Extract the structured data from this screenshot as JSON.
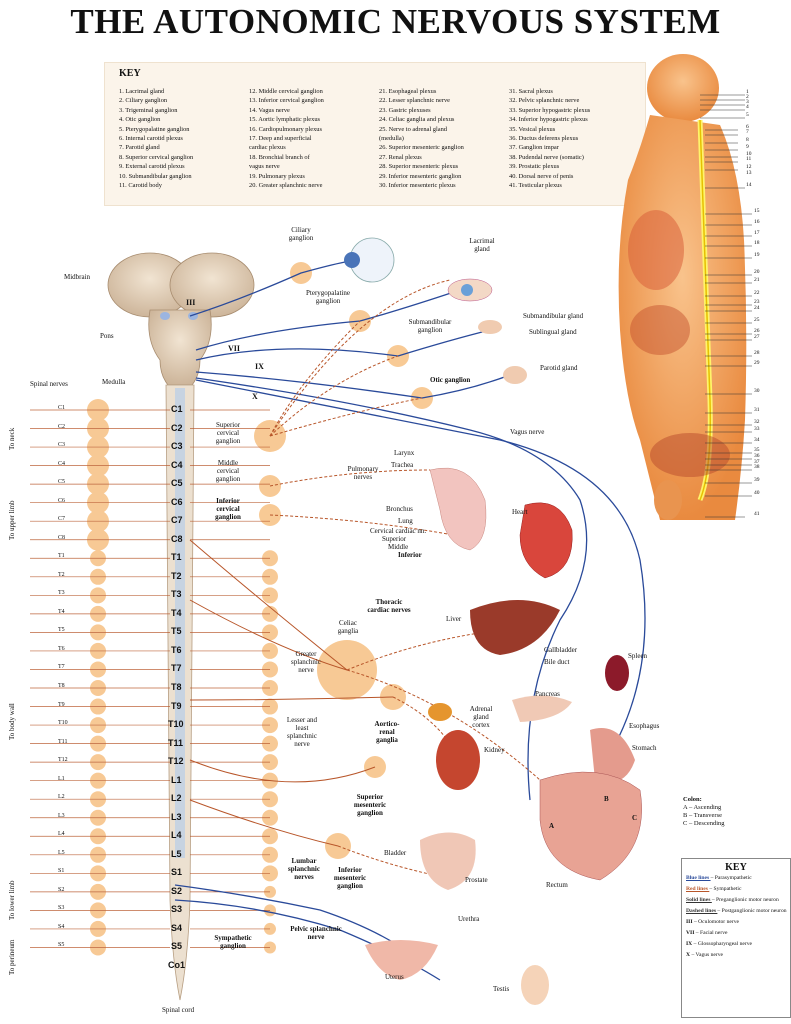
{
  "title": "THE AUTONOMIC NERVOUS SYSTEM",
  "key": {
    "title": "KEY",
    "col1": [
      "1. Lacrimal gland",
      "2. Ciliary ganglion",
      "3. Trigeminal ganglion",
      "4. Otic ganglion",
      "5. Pterygopalatine ganglion",
      "6. Internal carotid plexus",
      "7. Parotid gland",
      "8. Superior cervical ganglion",
      "9. External carotid plexus",
      "10. Submandibular ganglion",
      "11. Carotid body"
    ],
    "col2": [
      "12. Middle cervical ganglion",
      "13. Inferior cervical ganglion",
      "14. Vagus nerve",
      "15. Aortic lymphatic plexus",
      "16. Cardiopulmonary plexus",
      "17. Deep and superficial",
      "cardiac plexus",
      "18. Bronchial branch of",
      "vagus nerve",
      "19. Pulmonary plexus",
      "20. Greater splanchnic nerve"
    ],
    "col3": [
      "21. Esophageal plexus",
      "22. Lesser splanchnic nerve",
      "23. Gastric plexuses",
      "24. Celiac ganglia and plexus",
      "25. Nerve to adrenal gland",
      "(medulla)",
      "26. Superior mesenteric ganglion",
      "27. Renal plexus",
      "28. Superior mesenteric plexus",
      "29. Inferior mesenteric ganglion",
      "30. Inferior mesenteric plexus"
    ],
    "col4": [
      "31. Sacral plexus",
      "32. Pelvic splanchnic nerve",
      "33. Superior hypogastric plexus",
      "34. Inferior hypogastric plexus",
      "35. Vesical plexus",
      "36. Ductus deferens plexus",
      "37. Ganglion impar",
      "38. Pudendal nerve (somatic)",
      "39. Prostatic plexus",
      "40. Dorsal nerve of penis",
      "41. Testicular plexus"
    ]
  },
  "body_numbers": [
    "1",
    "2",
    "3",
    "4",
    "5",
    "6",
    "7",
    "8",
    "9",
    "10",
    "11",
    "12",
    "13",
    "14",
    "15",
    "16",
    "17",
    "18",
    "19",
    "20",
    "21",
    "22",
    "23",
    "24",
    "25",
    "26",
    "27",
    "28",
    "29",
    "30",
    "31",
    "32",
    "33",
    "34",
    "35",
    "36",
    "37",
    "38",
    "39",
    "40",
    "41"
  ],
  "spinal_segments": [
    "C1",
    "C2",
    "C3",
    "C4",
    "C5",
    "C6",
    "C7",
    "C8",
    "T1",
    "T2",
    "T3",
    "T4",
    "T5",
    "T6",
    "T7",
    "T8",
    "T9",
    "T10",
    "T11",
    "T12",
    "L1",
    "L2",
    "L3",
    "L4",
    "L5",
    "S1",
    "S2",
    "S3",
    "S4",
    "S5",
    "Co1"
  ],
  "spinal_nerve_labels": [
    "C1",
    "C2",
    "C3",
    "C4",
    "C5",
    "C6",
    "C7",
    "C8",
    "T1",
    "T2",
    "T3",
    "T4",
    "T5",
    "T6",
    "T7",
    "T8",
    "T9",
    "T10",
    "T11",
    "T12",
    "L1",
    "L2",
    "L3",
    "L4",
    "L5",
    "S1",
    "S2",
    "S3",
    "S4",
    "S5"
  ],
  "labels": {
    "midbrain": "Midbrain",
    "pons": "Pons",
    "medulla": "Medulla",
    "spinal_nerves": "Spinal nerves",
    "spinal_cord": "Spinal cord",
    "cn_III": "III",
    "cn_VII": "VII",
    "cn_IX": "IX",
    "cn_X": "X",
    "ciliary_ganglion": "Ciliary ganglion",
    "lacrimal_gland": "Lacrimal gland",
    "pterygopalatine_ganglion": "Pterygopalatine ganglion",
    "submandibular_ganglion": "Submandibular ganglion",
    "submandibular_gland": "Submandibular gland",
    "sublingual_gland": "Sublingual gland",
    "otic_ganglion": "Otic ganglion",
    "parotid_gland": "Parotid gland",
    "vagus_nerve": "Vagus nerve",
    "superior_cervical_ganglion": "Superior cervical ganglion",
    "middle_cervical_ganglion": "Middle cervical ganglion",
    "inferior_cervical_ganglion": "Inferior cervical ganglion",
    "larynx": "Larynx",
    "trachea": "Trachea",
    "pulmonary_nerves": "Pulmonary nerves",
    "bronchus": "Bronchus",
    "lung": "Lung",
    "heart": "Heart",
    "cervical_cardiac_nn": "Cervical cardiac nn.",
    "superior": "Superior",
    "middle": "Middle",
    "inferior": "Inferior",
    "thoracic_cardiac_nerves": "Thoracic cardiac nerves",
    "liver": "Liver",
    "gallbladder": "Gallbladder",
    "bile_duct": "Bile duct",
    "spleen": "Spleen",
    "celiac_ganglia": "Celiac ganglia",
    "greater_splanchnic_nerve": "Greater splanchnic nerve",
    "pancreas": "Pancreas",
    "adrenal_gland_cortex": "Adrenal gland cortex",
    "aortico_renal_ganglia": "Aortico-renal ganglia",
    "kidney": "Kidney",
    "esophagus": "Esophagus",
    "stomach": "Stomach",
    "lesser_least_splanchnic_nerve": "Lesser and least splanchnic nerve",
    "superior_mesenteric_ganglion": "Superior mesenteric ganglion",
    "bladder": "Bladder",
    "prostate": "Prostate",
    "rectum": "Rectum",
    "urethra": "Urethra",
    "lumbar_splanchnic_nerves": "Lumbar splanchnic nerves",
    "inferior_mesenteric_ganglion": "Inferior mesenteric ganglion",
    "pelvic_splanchnic_nerve": "Pelvic splanchnic nerve",
    "sympathetic_ganglion": "Sympathetic ganglion",
    "uterus": "Uterus",
    "testis": "Testis",
    "to_neck": "To neck",
    "to_upper_limb": "To upper limb",
    "to_body_wall": "To body wall",
    "to_lower_limb": "To lower limb",
    "to_perineum": "To perineum",
    "colon_A": "A",
    "colon_B": "B",
    "colon_C": "C"
  },
  "color_legend": {
    "title": "Colon:",
    "items": [
      "A – Ascending",
      "B – Transverse",
      "C – Descending"
    ]
  },
  "bottom_key": {
    "title": "KEY",
    "rows": [
      {
        "term": "Blue lines",
        "desc": "– Parasympathetic"
      },
      {
        "term": "Red lines",
        "desc": "– Sympathetic"
      },
      {
        "term": "Solid lines",
        "desc": "– Preganglionic motor neuron"
      },
      {
        "term": "Dashed lines",
        "desc": "– Postganglionic motor neuron"
      },
      {
        "term": "III",
        "desc": "– Oculomotor nerve"
      },
      {
        "term": "VII",
        "desc": "– Facial nerve"
      },
      {
        "term": "IX",
        "desc": "– Glossopharyngeal nerve"
      },
      {
        "term": "X",
        "desc": "– Vagus nerve"
      }
    ]
  },
  "colors": {
    "parasympathetic": "#2a4a9a",
    "sympathetic": "#b8562a",
    "ganglion": "#f7c48a",
    "spinal_cord": "#e9dccc",
    "body": "#f4a45c"
  }
}
